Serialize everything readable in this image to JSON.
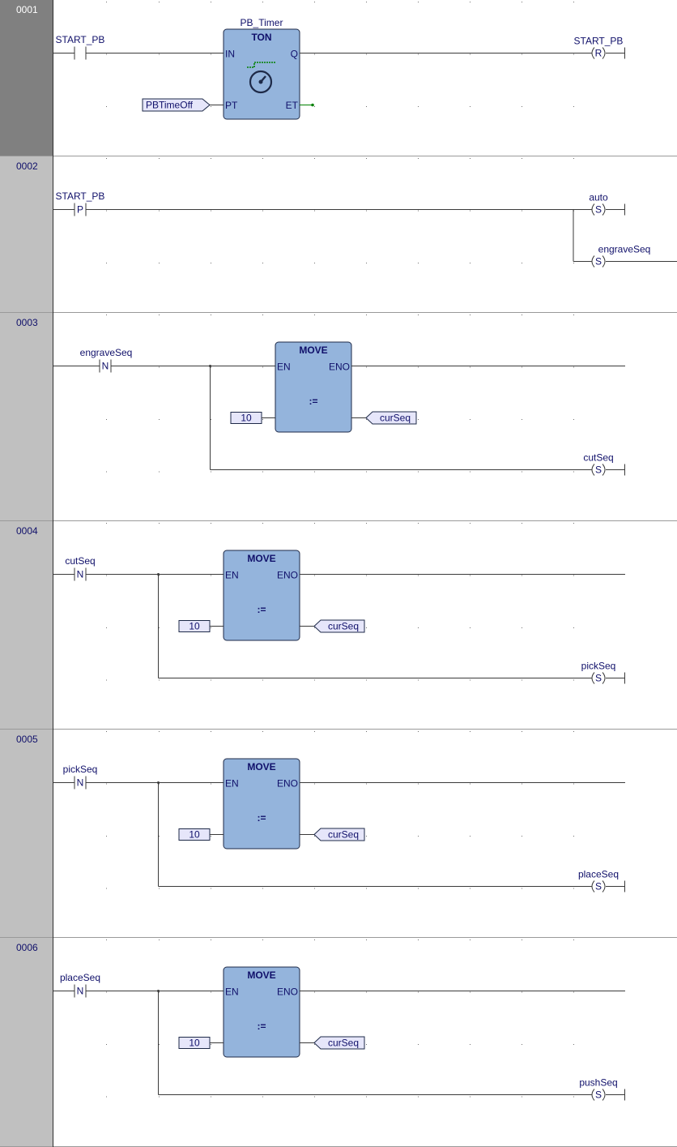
{
  "editor": {
    "networks": [
      {
        "number": "0001",
        "selected": true,
        "contact": {
          "variable": "START_PB",
          "modifier": ""
        },
        "fb": {
          "instance": "PB_Timer",
          "type": "TON",
          "in1": "IN",
          "in2": "PT",
          "out1": "Q",
          "out2": "ET",
          "icon": "timer-icon"
        },
        "pt_input": "PBTimeOff",
        "coils": [
          {
            "variable": "START_PB",
            "type": "R"
          }
        ]
      },
      {
        "number": "0002",
        "selected": false,
        "contact": {
          "variable": "START_PB",
          "modifier": "P"
        },
        "coils": [
          {
            "variable": "auto",
            "type": "S"
          },
          {
            "variable": "engraveSeq",
            "type": "S"
          }
        ]
      },
      {
        "number": "0003",
        "selected": false,
        "contact": {
          "variable": "engraveSeq",
          "modifier": "N"
        },
        "fb": {
          "type": "MOVE",
          "in1": "EN",
          "out1": "ENO",
          "operator": ":="
        },
        "move_input": "10",
        "move_output": "curSeq",
        "coils": [
          {
            "variable": "cutSeq",
            "type": "S"
          }
        ]
      },
      {
        "number": "0004",
        "selected": false,
        "contact": {
          "variable": "cutSeq",
          "modifier": "N"
        },
        "fb": {
          "type": "MOVE",
          "in1": "EN",
          "out1": "ENO",
          "operator": ":="
        },
        "move_input": "10",
        "move_output": "curSeq",
        "coils": [
          {
            "variable": "pickSeq",
            "type": "S"
          }
        ]
      },
      {
        "number": "0005",
        "selected": false,
        "contact": {
          "variable": "pickSeq",
          "modifier": "N"
        },
        "fb": {
          "type": "MOVE",
          "in1": "EN",
          "out1": "ENO",
          "operator": ":="
        },
        "move_input": "10",
        "move_output": "curSeq",
        "coils": [
          {
            "variable": "placeSeq",
            "type": "S"
          }
        ]
      },
      {
        "number": "0006",
        "selected": false,
        "contact": {
          "variable": "placeSeq",
          "modifier": "N"
        },
        "fb": {
          "type": "MOVE",
          "in1": "EN",
          "out1": "ENO",
          "operator": ":="
        },
        "move_input": "10",
        "move_output": "curSeq",
        "coils": [
          {
            "variable": "pushSeq",
            "type": "S"
          }
        ]
      }
    ]
  },
  "colors": {
    "block_fill": "#94B4DC",
    "block_stroke": "#1E2A48",
    "text": "#10106A",
    "wire": "#3A3A3A",
    "gutter": "#C0C0C0",
    "gutter_selected": "#808080",
    "variable_box": "#E6E6FA",
    "timer_graph": "#008000"
  }
}
